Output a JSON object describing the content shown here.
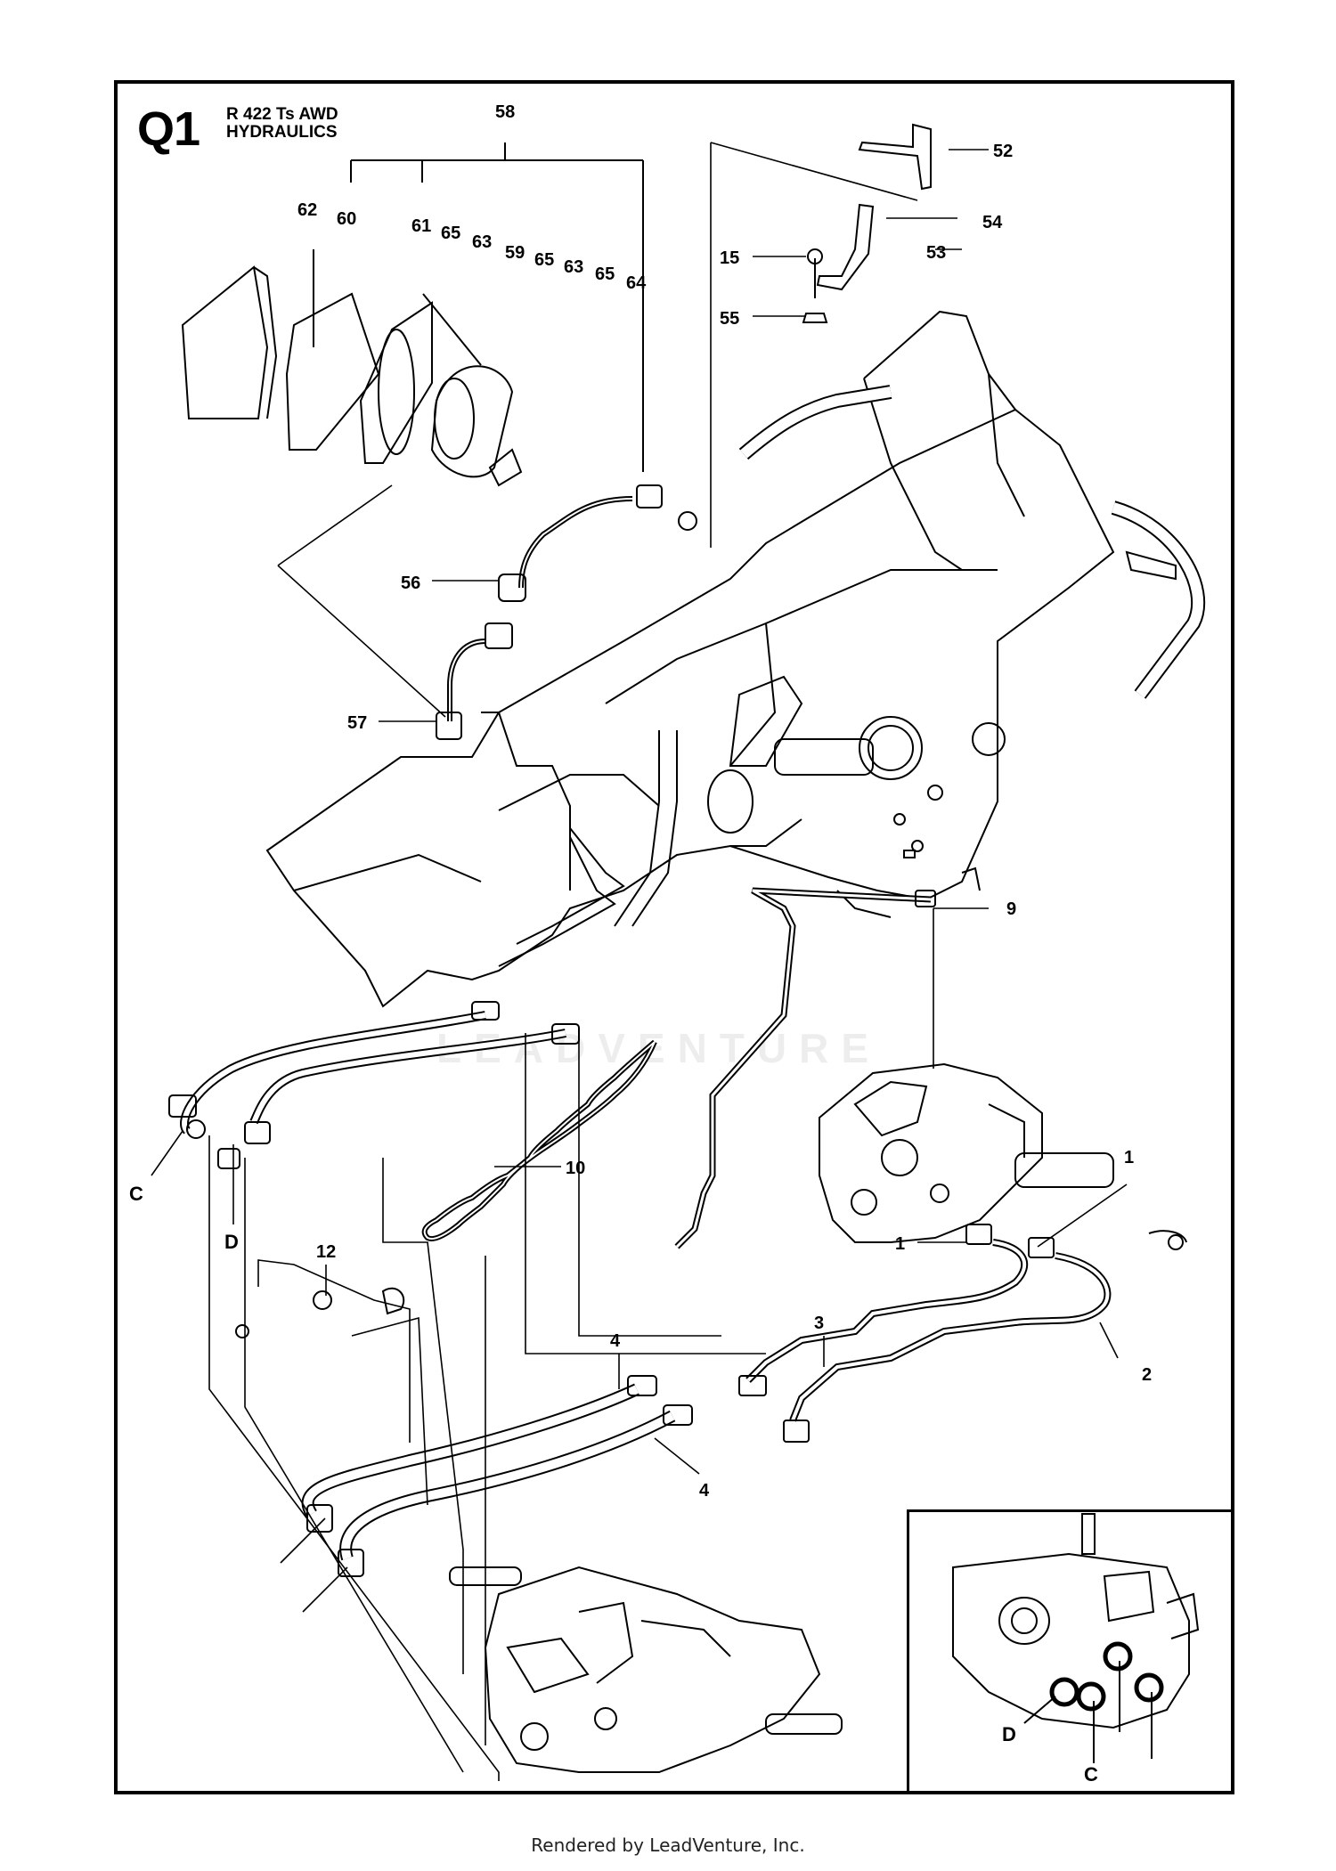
{
  "section": {
    "code": "Q1",
    "model": "R 422 Ts AWD",
    "title": "HYDRAULICS"
  },
  "callouts": {
    "p58": "58",
    "p62": "62",
    "p60": "60",
    "p61": "61",
    "p65a": "65",
    "p63a": "63",
    "p59": "59",
    "p65b": "65",
    "p63b": "63",
    "p65c": "65",
    "p64": "64",
    "p52": "52",
    "p54": "54",
    "p53": "53",
    "p15": "15",
    "p55": "55",
    "p56": "56",
    "p57": "57",
    "p9": "9",
    "p10": "10",
    "p12": "12",
    "p1a": "1",
    "p1b": "1",
    "p3": "3",
    "p2": "2",
    "p4a": "4",
    "p4b": "4",
    "pC": "C",
    "pD": "D",
    "pD2": "D",
    "pC2": "C"
  },
  "watermark": "LEADVENTURE",
  "footer": "Rendered by LeadVenture, Inc."
}
